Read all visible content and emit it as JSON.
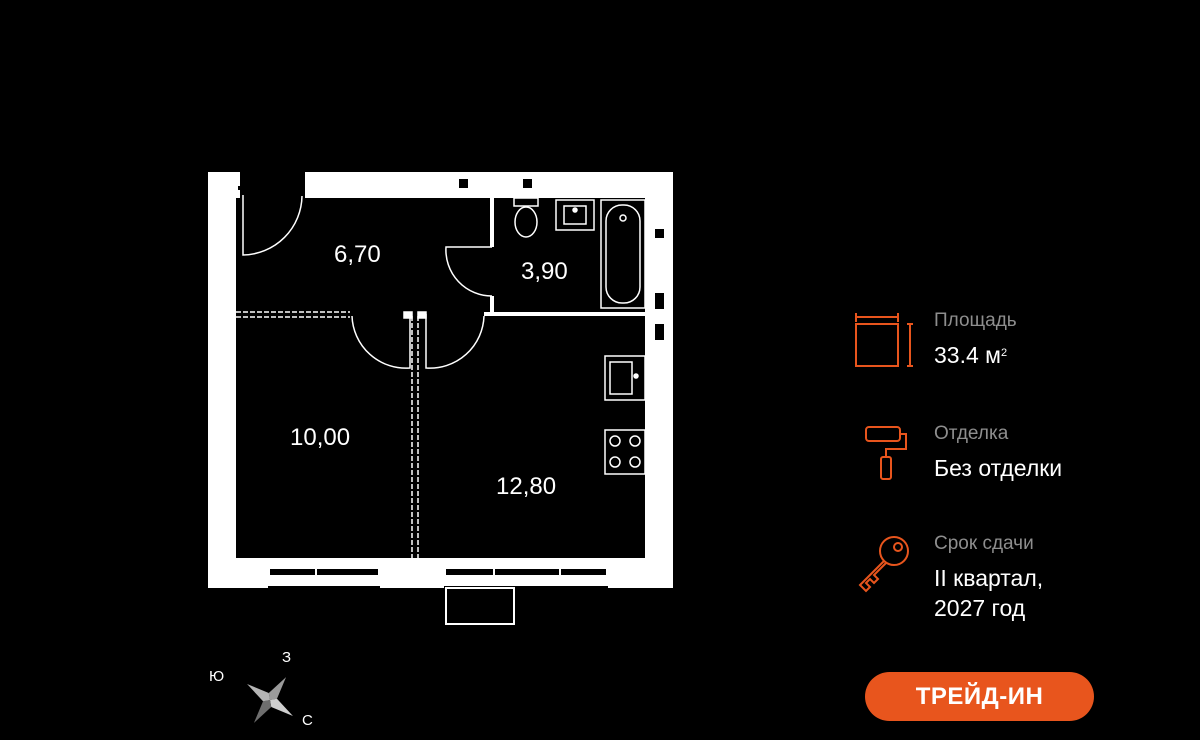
{
  "plan": {
    "rooms": [
      {
        "id": "hall",
        "area": "6,70"
      },
      {
        "id": "bathroom",
        "area": "3,90"
      },
      {
        "id": "bedroom",
        "area": "10,00"
      },
      {
        "id": "living-kitchen",
        "area": "12,80"
      }
    ]
  },
  "info": {
    "area": {
      "label": "Площадь",
      "value": "33.4 м",
      "unit_sup": "2"
    },
    "finish": {
      "label": "Отделка",
      "value": "Без отделки"
    },
    "deadline": {
      "label": "Срок сдачи",
      "value_line1": "II квартал,",
      "value_line2": "2027 год"
    }
  },
  "compass": {
    "south": "Ю",
    "west": "З",
    "east": "С"
  },
  "trade_in_button": {
    "label": "ТРЕЙД-ИН"
  },
  "colors": {
    "accent": "#e8551d",
    "background": "#000000",
    "walls": "#ffffff",
    "muted_text": "#8e8e8e"
  },
  "icons": [
    "area-icon",
    "paint-roller-icon",
    "key-icon",
    "compass-icon"
  ]
}
